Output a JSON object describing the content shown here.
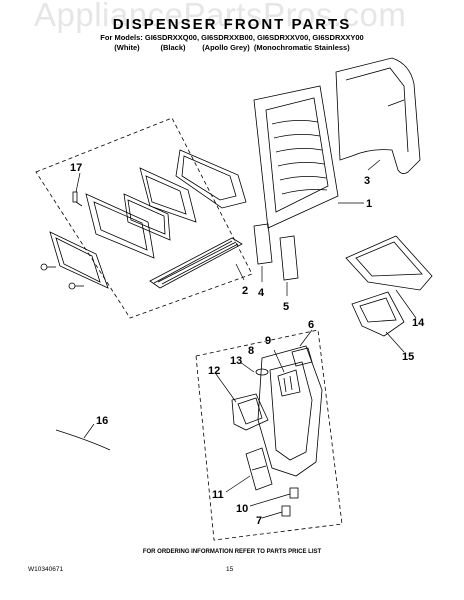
{
  "watermark": "AppliancePartsPros.com",
  "header": {
    "title": "DISPENSER FRONT PARTS",
    "models": "For Models: GI6SDRXXQ00, GI6SDRXXB00, GI6SDRXXV00, GI6SDRXXY00",
    "colors": "(White)          (Black)        (Apollo Grey)  (Monochromatic Stainless)"
  },
  "callouts": [
    "1",
    "2",
    "3",
    "4",
    "5",
    "6",
    "7",
    "8",
    "9",
    "10",
    "11",
    "12",
    "13",
    "14",
    "15",
    "16",
    "17"
  ],
  "footer": {
    "order_info": "FOR ORDERING INFORMATION REFER TO PARTS PRICE LIST",
    "doc_number": "W10340671",
    "page_number": "15"
  }
}
